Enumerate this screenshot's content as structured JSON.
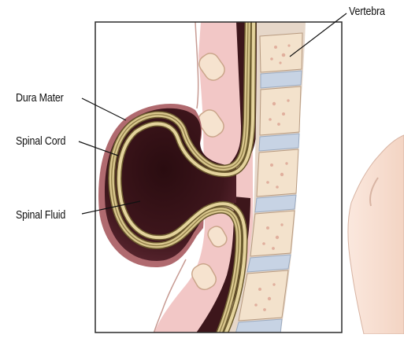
{
  "labels": {
    "vertebra": "Vertebra",
    "dura_mater": "Dura Mater",
    "spinal_cord": "Spinal Cord",
    "spinal_fluid": "Spinal Fluid"
  },
  "colors": {
    "skin": "#f4d9c9",
    "sac_dark": "#4a1d24",
    "cord_gold": "#c9b57a",
    "vertebra_body": "#f3e2cc",
    "disc": "#c7d3e4",
    "frame": "#2b2b2b"
  }
}
